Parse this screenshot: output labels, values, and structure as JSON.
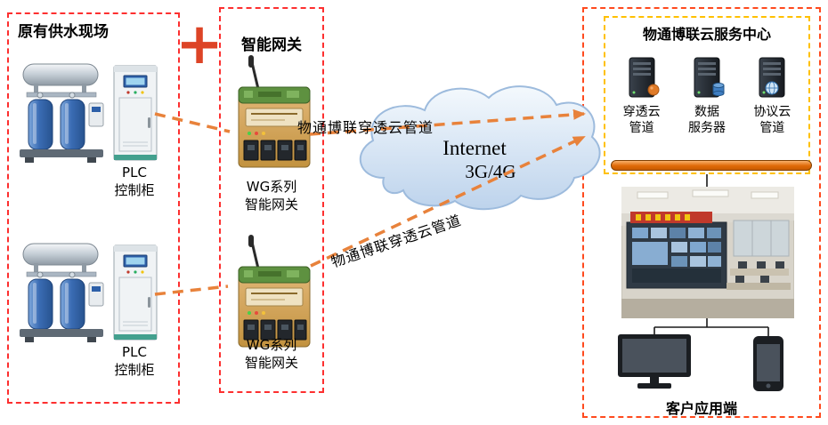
{
  "site": {
    "title": "原有供水现场",
    "units": [
      {
        "plc_label": "PLC\n控制柜"
      },
      {
        "plc_label": "PLC\n控制柜"
      }
    ]
  },
  "plus_sign": "+",
  "gateway": {
    "title": "智能网关",
    "devices": [
      {
        "label": "WG系列\n智能网关"
      },
      {
        "label": "WG系列\n智能网关"
      }
    ]
  },
  "internet_cloud": {
    "line1": "Internet",
    "line2": "3G/4G"
  },
  "pipes": {
    "top_label": "物通博联穿透云管道",
    "bottom_label": "物通博联穿透云管道"
  },
  "cloud_center": {
    "title": "物通博联云服务中心",
    "servers": [
      {
        "label": "穿透云\n管道"
      },
      {
        "label": "数据\n服务器"
      },
      {
        "label": "协议云\n管道"
      }
    ],
    "client_label": "客户应用端"
  },
  "colors": {
    "box_border_red": "#fd2f2f",
    "right_box_border": "#ff4a1e",
    "inner_box_border": "#ffc000",
    "arrow_orange": "#e8823b",
    "bus_orange": "#e36c09",
    "plus_red": "#dd4426"
  }
}
